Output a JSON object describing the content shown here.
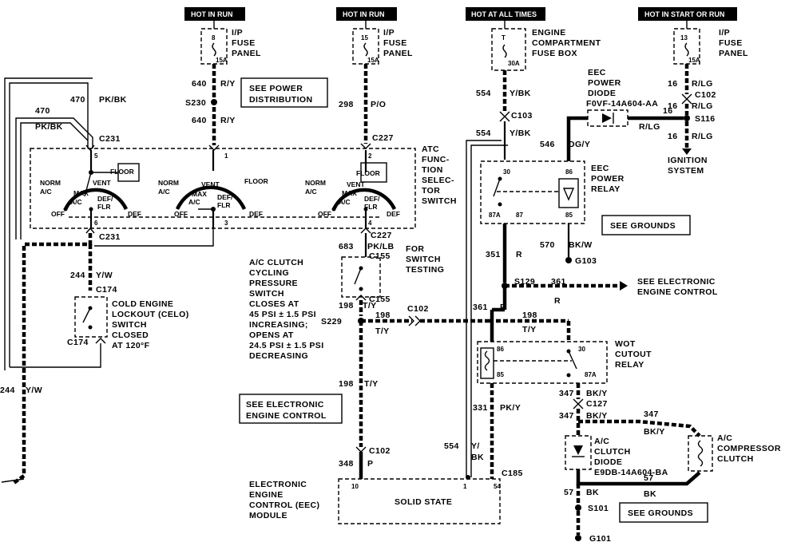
{
  "headers": {
    "h1": "HOT IN RUN",
    "h2": "HOT IN RUN",
    "h3": "HOT AT ALL TIMES",
    "h4": "HOT IN START OR RUN"
  },
  "fuses": {
    "f1": {
      "num": "8",
      "amp": "15A",
      "label1": "I/P",
      "label2": "FUSE",
      "label3": "PANEL"
    },
    "f2": {
      "num": "15",
      "amp": "15A",
      "label1": "I/P",
      "label2": "FUSE",
      "label3": "PANEL"
    },
    "f3": {
      "num": "T",
      "amp": "30A",
      "label1": "ENGINE",
      "label2": "COMPARTMENT",
      "label3": "FUSE BOX"
    },
    "f4": {
      "num": "13",
      "amp": "15A",
      "label1": "I/P",
      "label2": "FUSE",
      "label3": "PANEL"
    }
  },
  "wires": {
    "w640a_num": "640",
    "w640a_col": "R/Y",
    "w640b_num": "640",
    "w640b_col": "R/Y",
    "w298_num": "298",
    "w298_col": "P/O",
    "w470a_num": "470",
    "w470a_col": "PK/BK",
    "w470b_num": "470",
    "w470b_col": "PK/BK",
    "w554a_num": "554",
    "w554a_col": "Y/BK",
    "w554b_num": "554",
    "w554b_col": "Y/BK",
    "w554c_num": "554",
    "w554c_col1": "Y/",
    "w554c_col2": "BK",
    "w546_num": "546",
    "w546_col": "DG/Y",
    "w16a_num": "16",
    "w16a_col": "R/LG",
    "w16b_num": "16",
    "w16b_col": "R/LG",
    "w16c_num": "16",
    "w16c_col": "R/LG",
    "w16d_num": "16",
    "w16d_col": "R/LG",
    "w570_num": "570",
    "w570_col": "BK/W",
    "w351_num": "351",
    "w351_col": "R",
    "w361a_num": "361",
    "w361a_col": "R",
    "w361b_num": "361",
    "w361b_col": "R",
    "w244a_num": "244",
    "w244a_col": "Y/W",
    "w244b_num": "244",
    "w244b_col": "Y/W",
    "w683_num": "683",
    "w683_col": "PK/LB",
    "w198a_num": "198",
    "w198a_col": "T/Y",
    "w198b_num": "198",
    "w198b_col": "T/Y",
    "w198c_num": "198",
    "w198c_col": "T/Y",
    "w198d_num": "198",
    "w198d_col": "T/Y",
    "w331_num": "331",
    "w331_col": "PK/Y",
    "w347a_num": "347",
    "w347a_col": "BK/Y",
    "w347b_num": "347",
    "w347b_col": "BK/Y",
    "w347c_num": "347",
    "w347c_col": "BK/Y",
    "w348_num": "348",
    "w348_col": "P",
    "w57a_num": "57",
    "w57a_col": "BK",
    "w57b_num": "57",
    "w57b_col": "BK"
  },
  "connectors": {
    "s230": "S230",
    "c231a": "C231",
    "c231b": "C231",
    "c227a": "C227",
    "c227b": "C227",
    "c103": "C103",
    "c102a": "C102",
    "s116": "S116",
    "c174a": "C174",
    "c174b": "C174",
    "c155a": "C155",
    "c155b": "C155",
    "s229": "S229",
    "c102b": "C102",
    "c102c": "C102",
    "s129": "S129",
    "g103": "G103",
    "c127": "C127",
    "c185": "C185",
    "s101": "S101",
    "g101": "G101"
  },
  "boxes": {
    "see_power": [
      "SEE POWER",
      "DISTRIBUTION"
    ],
    "see_grounds_a": "SEE GROUNDS",
    "see_grounds_b": "SEE GROUNDS",
    "see_eec_a": [
      "SEE ELECTRONIC",
      "ENGINE CONTROL"
    ],
    "see_eec_b": [
      "SEE ELECTRONIC",
      "ENGINE CONTROL"
    ],
    "solid_state": "SOLID STATE"
  },
  "components": {
    "atc": [
      "ATC",
      "FUNC-",
      "TION",
      "SELEC-",
      "TOR",
      "SWITCH"
    ],
    "for_testing": [
      "FOR",
      "SWITCH",
      "TESTING"
    ],
    "eec_power_diode": [
      "EEC",
      "POWER",
      "DIODE",
      "F0VF-14A604-AA"
    ],
    "eec_power_relay": [
      "EEC",
      "POWER",
      "RELAY"
    ],
    "ignition": [
      "IGNITION",
      "SYSTEM"
    ],
    "ac_clutch_switch": [
      "A/C CLUTCH",
      "CYCLING",
      "PRESSURE",
      "SWITCH",
      "CLOSES AT",
      "45 PSI ± 1.5 PSI",
      "INCREASING;",
      "OPENS AT",
      "24.5 PSI ± 1.5 PSI",
      "DECREASING"
    ],
    "celo": [
      "COLD ENGINE",
      "LOCKOUT (CELO)",
      "SWITCH",
      "CLOSED",
      "AT 120°F"
    ],
    "wot": [
      "WOT",
      "CUTOUT",
      "RELAY"
    ],
    "ac_diode": [
      "A/C",
      "CLUTCH",
      "DIODE",
      "E9DB-14A604-BA"
    ],
    "compressor": [
      "A/C",
      "COMPRESSOR",
      "CLUTCH"
    ],
    "eec_module": [
      "ELECTRONIC",
      "ENGINE",
      "CONTROL (EEC)",
      "MODULE"
    ],
    "see_eec_right": [
      "SEE ELECTRONIC",
      "ENGINE CONTROL"
    ]
  },
  "switch_positions": {
    "norm_ac": [
      "NORM",
      "A/C"
    ],
    "max_ac": [
      "MAX",
      "A/C"
    ],
    "vent": "VENT",
    "floor": "FLOOR",
    "def_flr": [
      "DEF/",
      "FLR"
    ],
    "off": "OFF",
    "def": "DEF"
  },
  "pins": {
    "atc_5": "5",
    "atc_1": "1",
    "atc_2": "2",
    "atc_6": "6",
    "atc_3": "3",
    "atc_4": "4",
    "r30": "30",
    "r86": "86",
    "r87a": "87A",
    "r87": "87",
    "r85": "85",
    "e10": "10",
    "e1": "1",
    "e54": "54"
  }
}
